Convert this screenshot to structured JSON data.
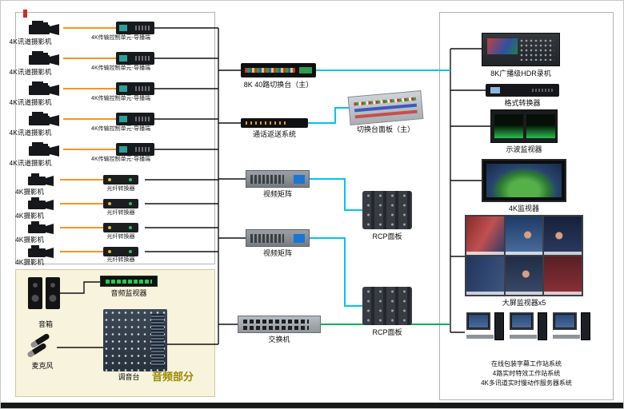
{
  "left_panel": {
    "rows": [
      {
        "camera": "4K讯道摄影机",
        "device": "4K传输控制单元-导播端"
      },
      {
        "camera": "4K讯道摄影机",
        "device": "4K传输控制单元-导播端"
      },
      {
        "camera": "4K讯道摄影机",
        "device": "4K传输控制单元-导播端"
      },
      {
        "camera": "4K讯道摄影机",
        "device": "4K传输控制单元-导播端"
      },
      {
        "camera": "4K讯道摄影机",
        "device": "4K传输控制单元-导播端"
      },
      {
        "camera": "4K摄影机",
        "device": "光纤转换器"
      },
      {
        "camera": "4K摄影机",
        "device": "光纤转换器"
      },
      {
        "camera": "4K摄影机",
        "device": "光纤转换器"
      },
      {
        "camera": "4K摄影机",
        "device": "光纤转换器"
      }
    ]
  },
  "audio_panel": {
    "title": "音频部分",
    "speakers": "音箱",
    "microphone": "麦克风",
    "audio_monitor": "音频监视器",
    "mixer": "调音台"
  },
  "middle": {
    "switcher": "8K 40路切换台（主）",
    "intercom": "通话返送系统",
    "matrix_1": "视频矩阵",
    "matrix_2": "视频矩阵",
    "network_switch": "交换机",
    "switcher_panel": "切换台面板（主）",
    "rcp_1": "RCP面板",
    "rcp_2": "RCP面板"
  },
  "right_panel": {
    "recorder": "8K广播级HDR录机",
    "format_converter": "格式转换器",
    "waveform_monitor": "示波监视器",
    "monitor_4k": "4K监视器",
    "video_wall": "大屏监视器x5",
    "workstations": [
      "在线包装字幕工作站系统",
      "4路实时特效工作站系统",
      "4K多讯道实时慢动作服务器系统"
    ]
  },
  "colors": {
    "camera_link": "#f7941d",
    "video_link": "#00c4ea",
    "network_link": "#00b050",
    "bus": "#111111"
  }
}
